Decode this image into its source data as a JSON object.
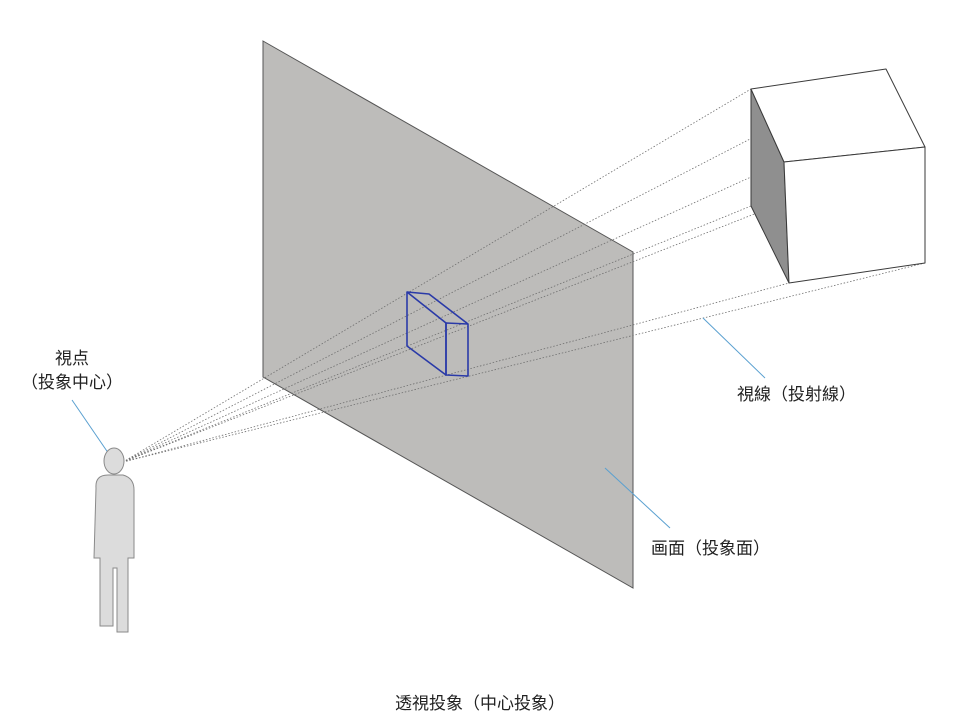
{
  "labels": {
    "viewpoint_line1": "視点",
    "viewpoint_line2": "（投象中心）",
    "sightline": "視線（投射線）",
    "picture_plane": "画面（投象面）",
    "title": "透視投象（中心投象）"
  },
  "colors": {
    "plane_fill": "#bdbcba",
    "plane_edge": "#555555",
    "projected_box": "#2a3aa8",
    "leader_line": "#5aa0d0",
    "person_fill": "#dcdcdc",
    "person_edge": "#8a8a8a",
    "cube_dark": "#8f8f8f",
    "cube_light": "#ffffff"
  }
}
